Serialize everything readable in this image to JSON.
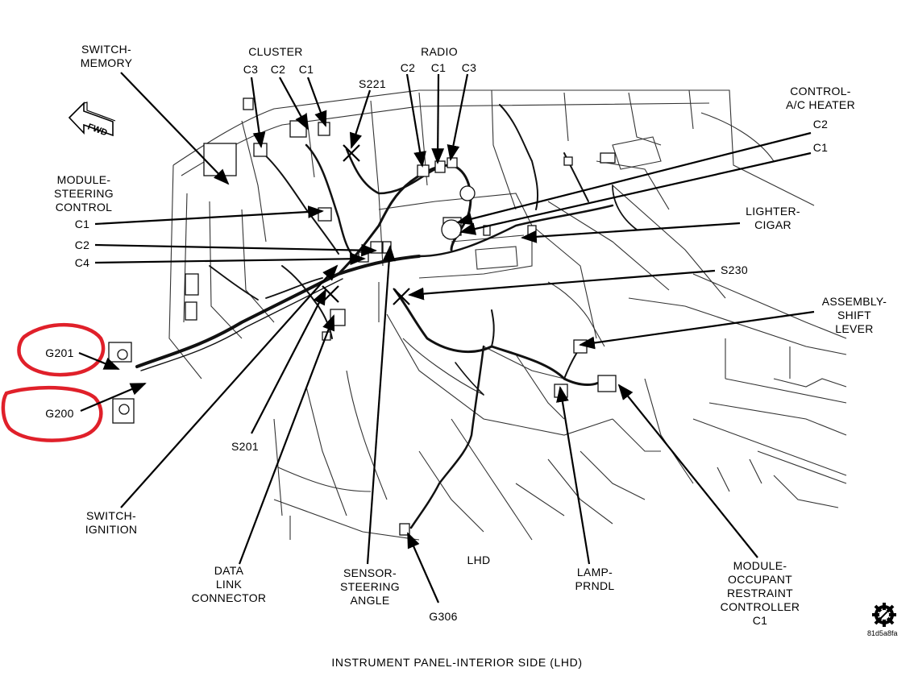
{
  "diagram": {
    "caption": "INSTRUMENT PANEL-INTERIOR SIDE  (LHD)",
    "image_code": "81d5a8fa",
    "fwd": "FWD",
    "lhd": "LHD",
    "circle_color": "#e0202a",
    "labels": {
      "switch_memory": [
        "SWITCH-",
        "MEMORY"
      ],
      "cluster": [
        "CLUSTER"
      ],
      "cluster_c3": [
        "C3"
      ],
      "cluster_c2": [
        "C2"
      ],
      "cluster_c1": [
        "C1"
      ],
      "radio": [
        "RADIO"
      ],
      "radio_c2": [
        "C2"
      ],
      "radio_c1": [
        "C1"
      ],
      "radio_c3": [
        "C3"
      ],
      "s221": [
        "S221"
      ],
      "control_ac": [
        "CONTROL-",
        "A/C HEATER"
      ],
      "ac_c2": [
        "C2"
      ],
      "ac_c1": [
        "C1"
      ],
      "module_steering": [
        "MODULE-",
        "STEERING",
        "CONTROL"
      ],
      "msc_c1": [
        "C1"
      ],
      "msc_c2": [
        "C2"
      ],
      "msc_c4": [
        "C4"
      ],
      "lighter": [
        "LIGHTER-",
        "CIGAR"
      ],
      "s230": [
        "S230"
      ],
      "shift_lever": [
        "ASSEMBLY-",
        "SHIFT",
        "LEVER"
      ],
      "g201": [
        "G201"
      ],
      "g200": [
        "G200"
      ],
      "s201": [
        "S201"
      ],
      "switch_ignition": [
        "SWITCH-",
        "IGNITION"
      ],
      "dlc": [
        "DATA",
        "LINK",
        "CONNECTOR"
      ],
      "sensor_angle": [
        "SENSOR-",
        "STEERING",
        "ANGLE"
      ],
      "g306": [
        "G306"
      ],
      "lamp_prndl": [
        "LAMP-",
        "PRNDL"
      ],
      "occupant": [
        "MODULE-",
        "OCCUPANT",
        "RESTRAINT",
        "CONTROLLER",
        "C1"
      ]
    }
  }
}
